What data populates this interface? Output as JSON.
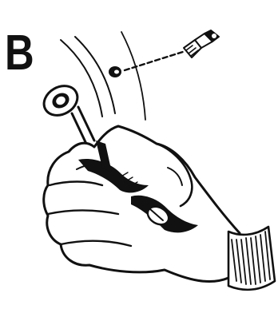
{
  "panel": {
    "letter": "B"
  },
  "colors": {
    "ink": "#111111",
    "paper": "#ffffff"
  },
  "illustration": {
    "subject": [
      "gloved-hand",
      "combination-wrench",
      "bleeder-screw",
      "threaded-hole"
    ],
    "style": "black ink line art"
  }
}
